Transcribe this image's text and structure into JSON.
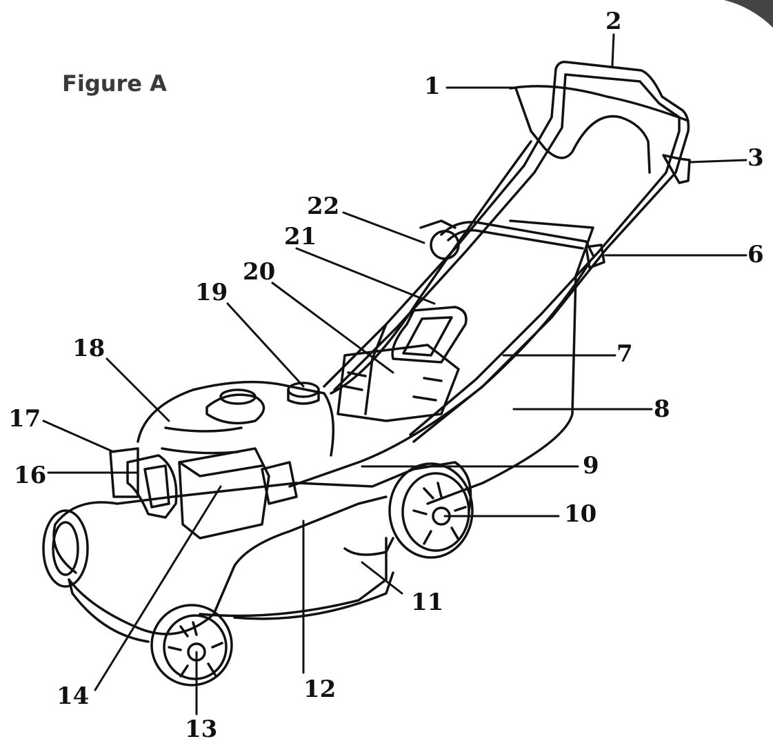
{
  "figure_title": "Figure A",
  "labels": [
    "1",
    "2",
    "3",
    "6",
    "7",
    "8",
    "9",
    "10",
    "11",
    "12",
    "13",
    "14",
    "16",
    "17",
    "18",
    "19",
    "20",
    "21",
    "22"
  ]
}
